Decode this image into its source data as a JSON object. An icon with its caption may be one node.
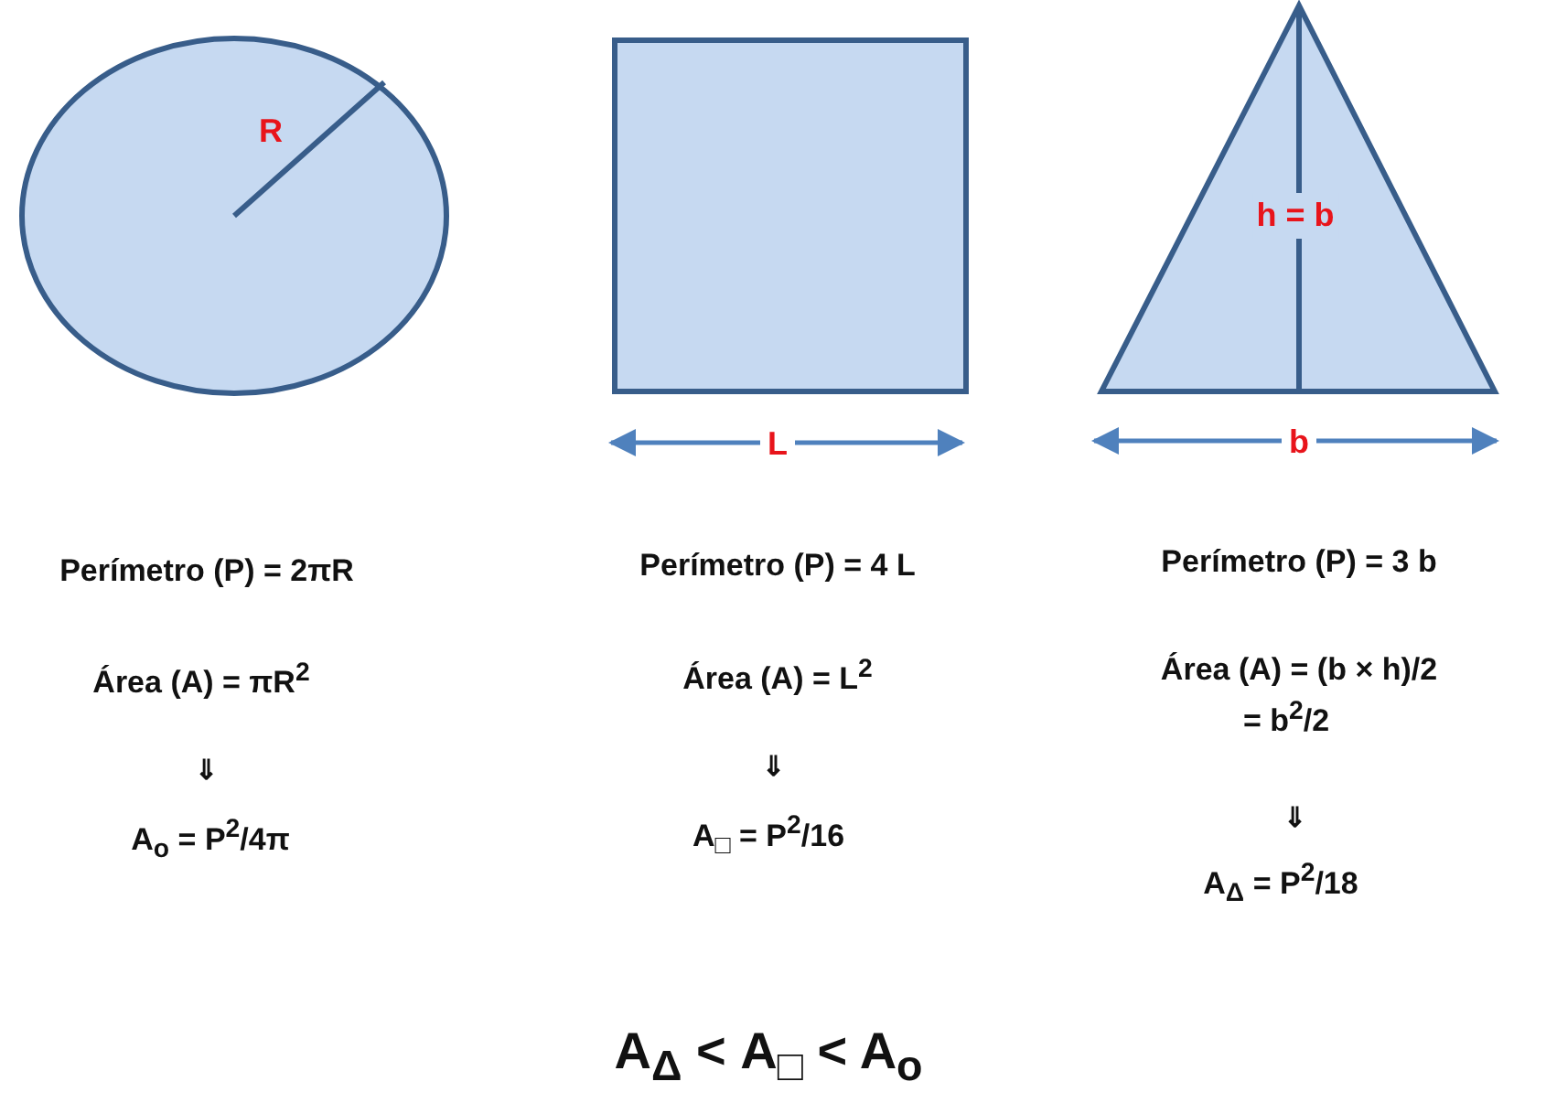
{
  "diagram": {
    "nodes": [
      {
        "text": [
          "R"
        ]
      },
      {
        "text": [],
        "shape": "box"
      },
      {
        "text": [
          "h = b"
        ]
      }
    ],
    "labels": [
      "L",
      "b",
      "Perímetro (P) = 2πR",
      "Perímetro (P) = 4 L",
      "Perímetro (P) = 3 b",
      "Área (A) = πR$^{2}$",
      "Área (A) = L$^{2}$",
      "Área (A) = (b × h)/2",
      "= b$^{2}$/2",
      "⇓",
      "⇓",
      "⇓",
      "A$_{o}$ = P$^{2}$/4π",
      "A$_{□}$ = P$^{2}$/16",
      "A$_{Δ}$ = P$^{2}$/18",
      "A$_{Δ}$ < A$_{□}$ < A$_{o}$"
    ]
  }
}
